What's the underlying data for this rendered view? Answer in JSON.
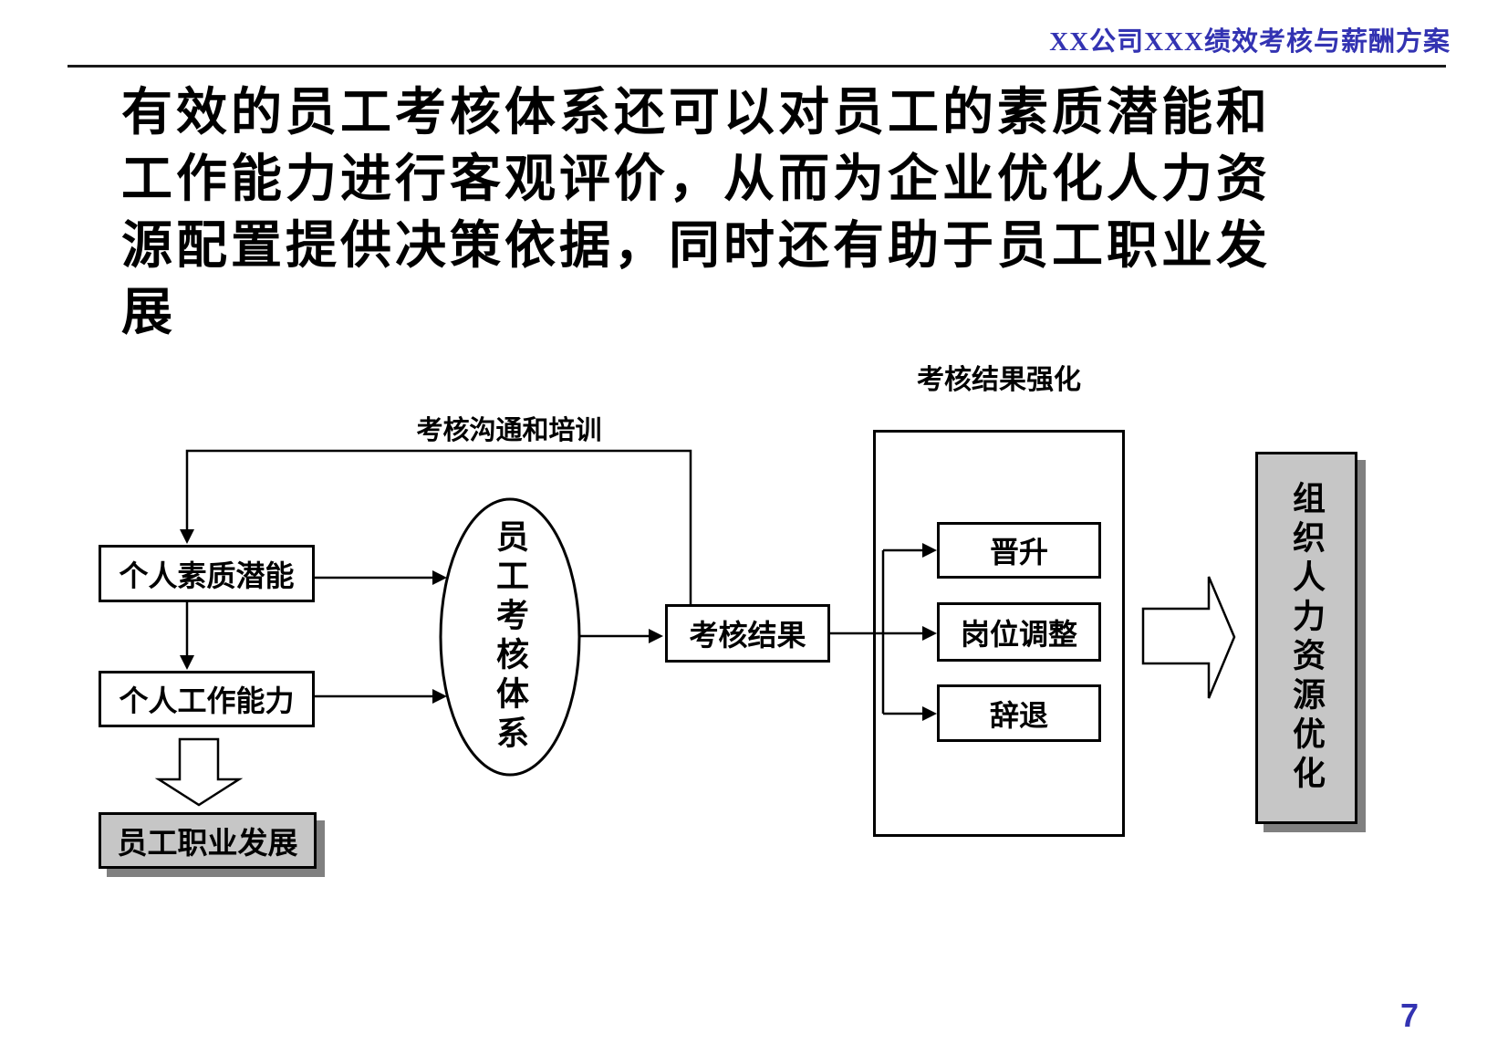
{
  "header": {
    "title": "XX公司XXX绩效考核与薪酬方案"
  },
  "main_text": {
    "lines": [
      "有效的员工考核体系还可以对员工的素质潜能和",
      "工作能力进行客观评价，从而为企业优化人力资",
      "源配置提供决策依据，同时还有助于员工职业发",
      "展"
    ]
  },
  "diagram": {
    "labels": {
      "communication_training": "考核沟通和培训",
      "result_reinforcement": "考核结果强化"
    },
    "nodes": {
      "personal_quality": "个人素质潜能",
      "personal_ability": "个人工作能力",
      "career_development": "员工职业发展",
      "evaluation_system": "员工考核体系",
      "evaluation_result": "考核结果",
      "promotion": "晋升",
      "position_adjustment": "岗位调整",
      "dismissal": "辞退",
      "hr_optimization": "组织人力资源优化"
    }
  },
  "footer": {
    "page_number": "7"
  },
  "colors": {
    "accent_blue": "#3333b2",
    "box_gray": "#c6c6c6",
    "shadow_gray": "#808080",
    "line_black": "#000000"
  }
}
